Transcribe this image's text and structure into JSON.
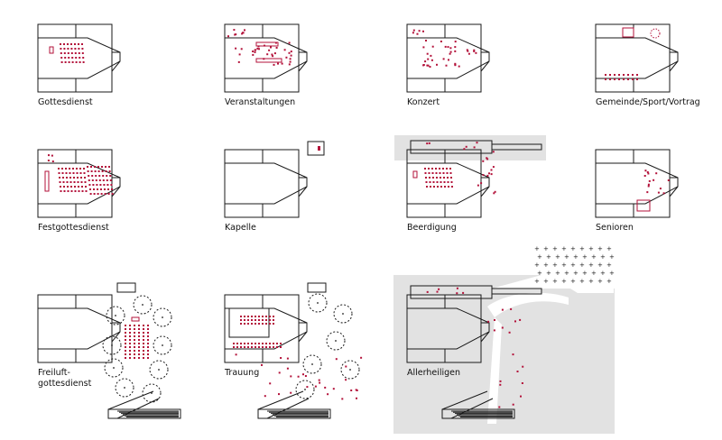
{
  "labels": {
    "gottesdienst": "Gottesdienst",
    "veranstaltungen": "Veranstaltungen",
    "konzert": "Konzert",
    "gemeinde": "Gemeinde/Sport/Vortrag",
    "festgottesdienst": "Festgottesdienst",
    "kapelle": "Kapelle",
    "beerdigung": "Beerdigung",
    "senioren": "Senioren",
    "freiluft_1": "Freiluft-",
    "freiluft_2": "gottesdienst",
    "trauung": "Trauung",
    "allerheiligen": "Allerheiligen"
  },
  "colors": {
    "line": "#1a1a1a",
    "people": "#b3123a",
    "ground": "#e2e2e2",
    "background": "#ffffff"
  }
}
